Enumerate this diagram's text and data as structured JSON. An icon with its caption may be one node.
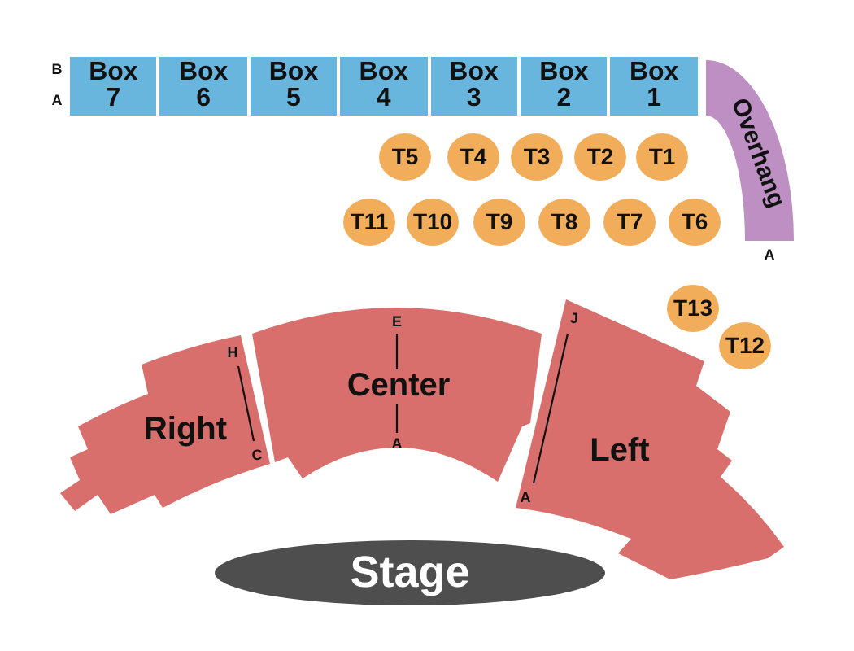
{
  "diagram": {
    "nodes": [
      {
        "text": [
          "Box 7"
        ],
        "beside": [
          "B",
          "A"
        ]
      },
      {
        "text": [
          "Box 6"
        ]
      },
      {
        "text": [
          "Box 5"
        ]
      },
      {
        "text": [
          "Box 4"
        ]
      },
      {
        "text": [
          "Box 3"
        ]
      },
      {
        "text": [
          "Box 2"
        ]
      },
      {
        "text": [
          "Box 1"
        ]
      },
      {
        "text": [
          "Overhang"
        ],
        "beside": [
          "A"
        ]
      },
      {
        "text": [
          "T5"
        ]
      },
      {
        "text": [
          "T4"
        ]
      },
      {
        "text": [
          "T3"
        ]
      },
      {
        "text": [
          "T2"
        ]
      },
      {
        "text": [
          "T1"
        ]
      },
      {
        "text": [
          "T11"
        ]
      },
      {
        "text": [
          "T10"
        ]
      },
      {
        "text": [
          "T9"
        ]
      },
      {
        "text": [
          "T8"
        ]
      },
      {
        "text": [
          "T7"
        ]
      },
      {
        "text": [
          "T6"
        ]
      },
      {
        "text": [
          "T13"
        ]
      },
      {
        "text": [
          "T12"
        ]
      },
      {
        "text": [
          "H",
          "Right",
          "C"
        ]
      },
      {
        "text": [
          "E",
          "Center",
          "A"
        ]
      },
      {
        "text": [
          "J",
          "Left",
          "A"
        ]
      },
      {
        "text": [
          "Stage"
        ]
      }
    ]
  }
}
